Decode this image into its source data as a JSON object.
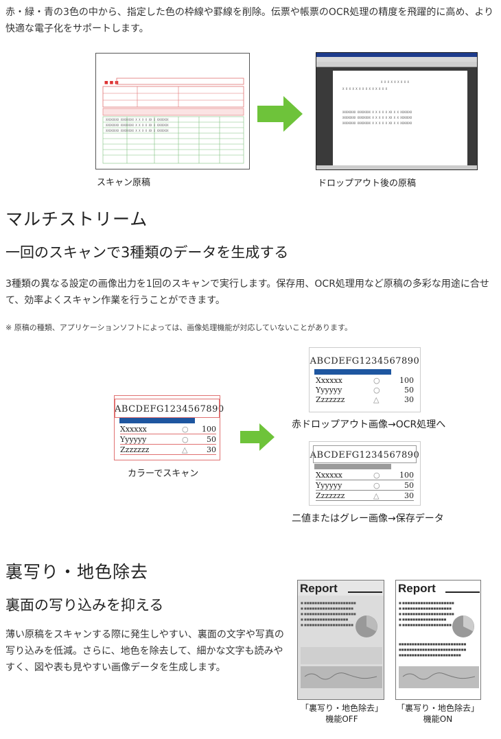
{
  "intro": {
    "text": "赤・緑・青の3色の中から、指定した色の枠線や罫線を削除。伝票や帳票のOCR処理の精度を飛躍的に高め、より快適な電子化をサポートします。"
  },
  "figure1": {
    "left_caption": "スキャン原稿",
    "right_caption": "ドロップアウト後の原稿"
  },
  "multistream": {
    "heading": "マルチストリーム",
    "subheading": "一回のスキャンで3種類のデータを生成する",
    "body": "3種類の異なる設定の画像出力を1回のスキャンで実行します。保存用、OCR処理用など原稿の多彩な用途に合せて、効率よくスキャン作業を行うことができます。",
    "note": "※ 原稿の種類、アプリケーションソフトによっては、画像処理機能が対応していないことがあります。",
    "sample_title": "ABCDEFG1234567890",
    "rows": [
      {
        "name": "Xxxxxx",
        "mark": "○",
        "value": "100"
      },
      {
        "name": "Yyyyyy",
        "mark": "○",
        "value": "50"
      },
      {
        "name": "Zzzzzzz",
        "mark": "△",
        "value": "30"
      }
    ],
    "color_caption": "カラーでスキャン",
    "red_caption": "赤ドロップアウト画像→OCR処理へ",
    "gray_caption": "二値またはグレー画像→保存データ",
    "colors": {
      "blue_bar": "#1e56a0",
      "gray_bar": "#9a9a9a",
      "red_line": "#e06060",
      "arrow": "#6ec33a"
    }
  },
  "backside": {
    "heading": "裏写り・地色除去",
    "subheading": "裏面の写り込みを抑える",
    "body": "薄い原稿をスキャンする際に発生しやすい、裏面の文字や写真の写り込みを低減。さらに、地色を除去して、細かな文字も読みやすく、図や表も見やすい画像データを生成します。",
    "report_title": "Report",
    "off_caption_1": "「裏写り・地色除去」",
    "off_caption_2": "機能OFF",
    "on_caption_1": "「裏写り・地色除去」",
    "on_caption_2": "機能ON"
  }
}
